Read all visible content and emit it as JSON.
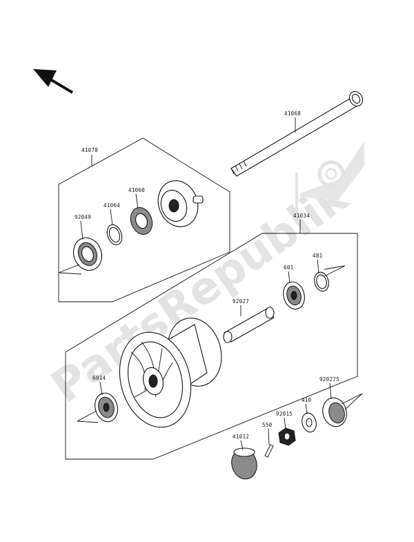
{
  "watermark": {
    "text": "PartsRepublik",
    "icon": "gear-flag-icon"
  },
  "direction_arrow": {
    "icon": "arrow-up-left-icon"
  },
  "labels": {
    "axle": "41068",
    "speedo_group": "41070",
    "speedo_gear": "41060",
    "speedo_washer": "41064",
    "speedo_seal": "92049",
    "hub_group": "41034",
    "spacer": "92027",
    "bearing_right": "601",
    "circlip": "481",
    "bearing_left": "6014",
    "collar": "920275",
    "washer": "410",
    "nut": "92015",
    "cotter_pin": "550",
    "cap": "41012"
  }
}
